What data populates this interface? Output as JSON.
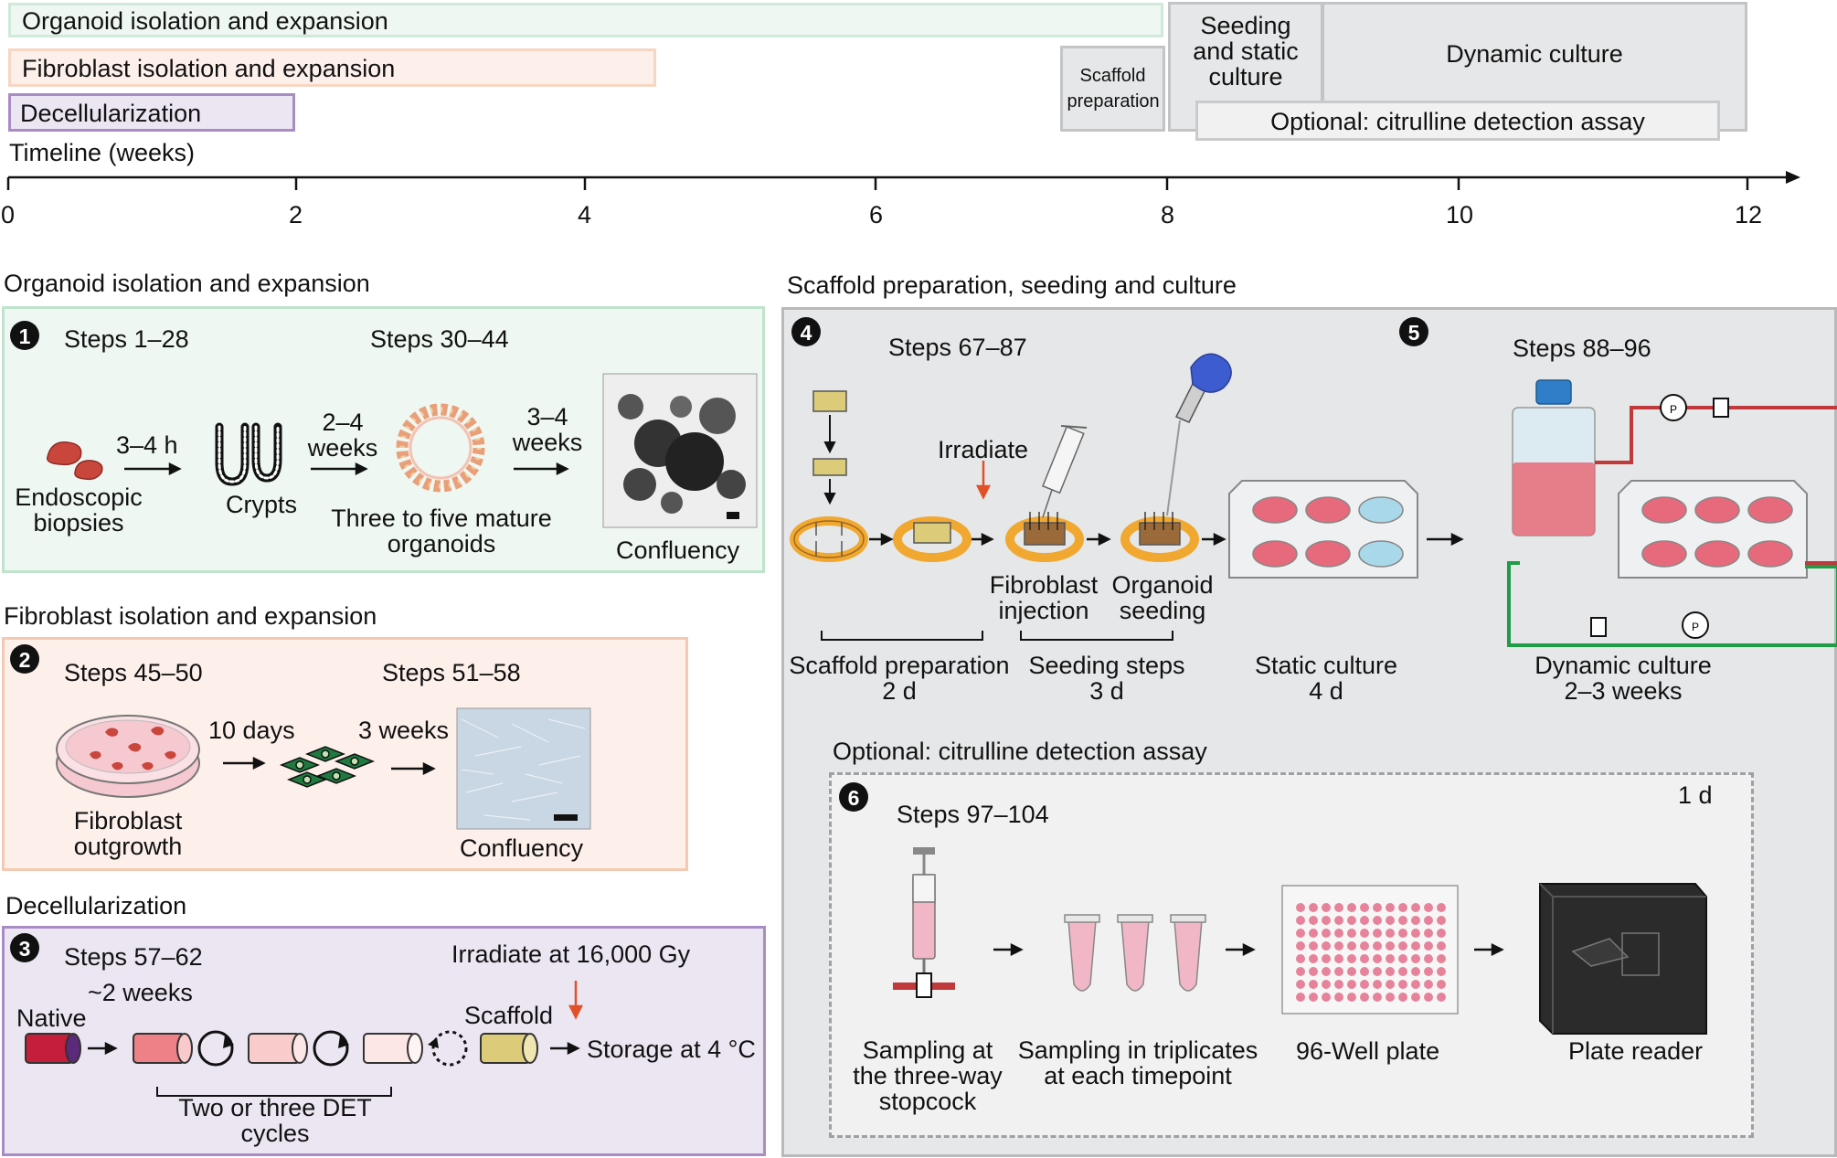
{
  "timeline": {
    "bars": {
      "organoid": "Organoid isolation and expansion",
      "fibroblast": "Fibroblast isolation and expansion",
      "decell": "Decellularization",
      "scaffold": "Scaffold preparation",
      "seeding": "Seeding and static culture",
      "dynamic": "Dynamic culture",
      "optional": "Optional: citrulline detection assay"
    },
    "label": "Timeline (weeks)",
    "ticks": [
      "0",
      "2",
      "4",
      "6",
      "8",
      "10",
      "12"
    ]
  },
  "panel_organoid": {
    "title": "Organoid isolation and expansion",
    "num": "1",
    "steps_a": "Steps 1–28",
    "steps_b": "Steps 30–44",
    "t1": "3–4 h",
    "t2": "2–4 weeks",
    "t3": "3–4 weeks",
    "lbl_biopsies": "Endoscopic biopsies",
    "lbl_crypts": "Crypts",
    "lbl_organoids": "Three to five mature organoids",
    "lbl_confluency": "Confluency"
  },
  "panel_fibroblast": {
    "title": "Fibroblast isolation and expansion",
    "num": "2",
    "steps_a": "Steps 45–50",
    "steps_b": "Steps 51–58",
    "t1": "10 days",
    "t2": "3 weeks",
    "lbl_outgrowth": "Fibroblast outgrowth",
    "lbl_confluency": "Confluency"
  },
  "panel_decell": {
    "title": "Decellularization",
    "num": "3",
    "steps": "Steps 57–62",
    "duration": "~2 weeks",
    "irradiate": "Irradiate at 16,000 Gy",
    "native": "Native",
    "scaffold": "Scaffold",
    "storage": "Storage at 4 °C",
    "cycles": "Two or three DET cycles"
  },
  "panel_scaffold": {
    "title": "Scaffold preparation, seeding and culture",
    "num4": "4",
    "num5": "5",
    "steps4": "Steps 67–87",
    "steps5": "Steps 88–96",
    "irradiate": "Irradiate",
    "fib_inj": "Fibroblast injection",
    "org_seed": "Organoid seeding",
    "sp_title": "Scaffold preparation",
    "sp_dur": "2 d",
    "ss_title": "Seeding steps",
    "ss_dur": "3 d",
    "sc_title": "Static culture",
    "sc_dur": "4 d",
    "dc_title": "Dynamic culture",
    "dc_dur": "2–3 weeks",
    "gauge_letter": "P"
  },
  "panel_assay": {
    "title": "Optional: citrulline detection assay",
    "num": "6",
    "steps": "Steps 97–104",
    "duration": "1 d",
    "lbl_sampling": "Sampling at the three-way stopcock",
    "lbl_triplicates": "Sampling in triplicates at each timepoint",
    "lbl_plate": "96-Well plate",
    "lbl_reader": "Plate reader"
  },
  "colors": {
    "organoid_fill": "#eef7f1",
    "organoid_border": "#bfe3cc",
    "fibroblast_fill": "#fdf0ea",
    "fibroblast_border": "#f5c9b1",
    "decell_fill": "#ece6f3",
    "decell_border": "#a98cc6",
    "gray_fill": "#e6e7e8",
    "gray_border": "#b8b9bb",
    "arrow_red": "#e0512a"
  }
}
